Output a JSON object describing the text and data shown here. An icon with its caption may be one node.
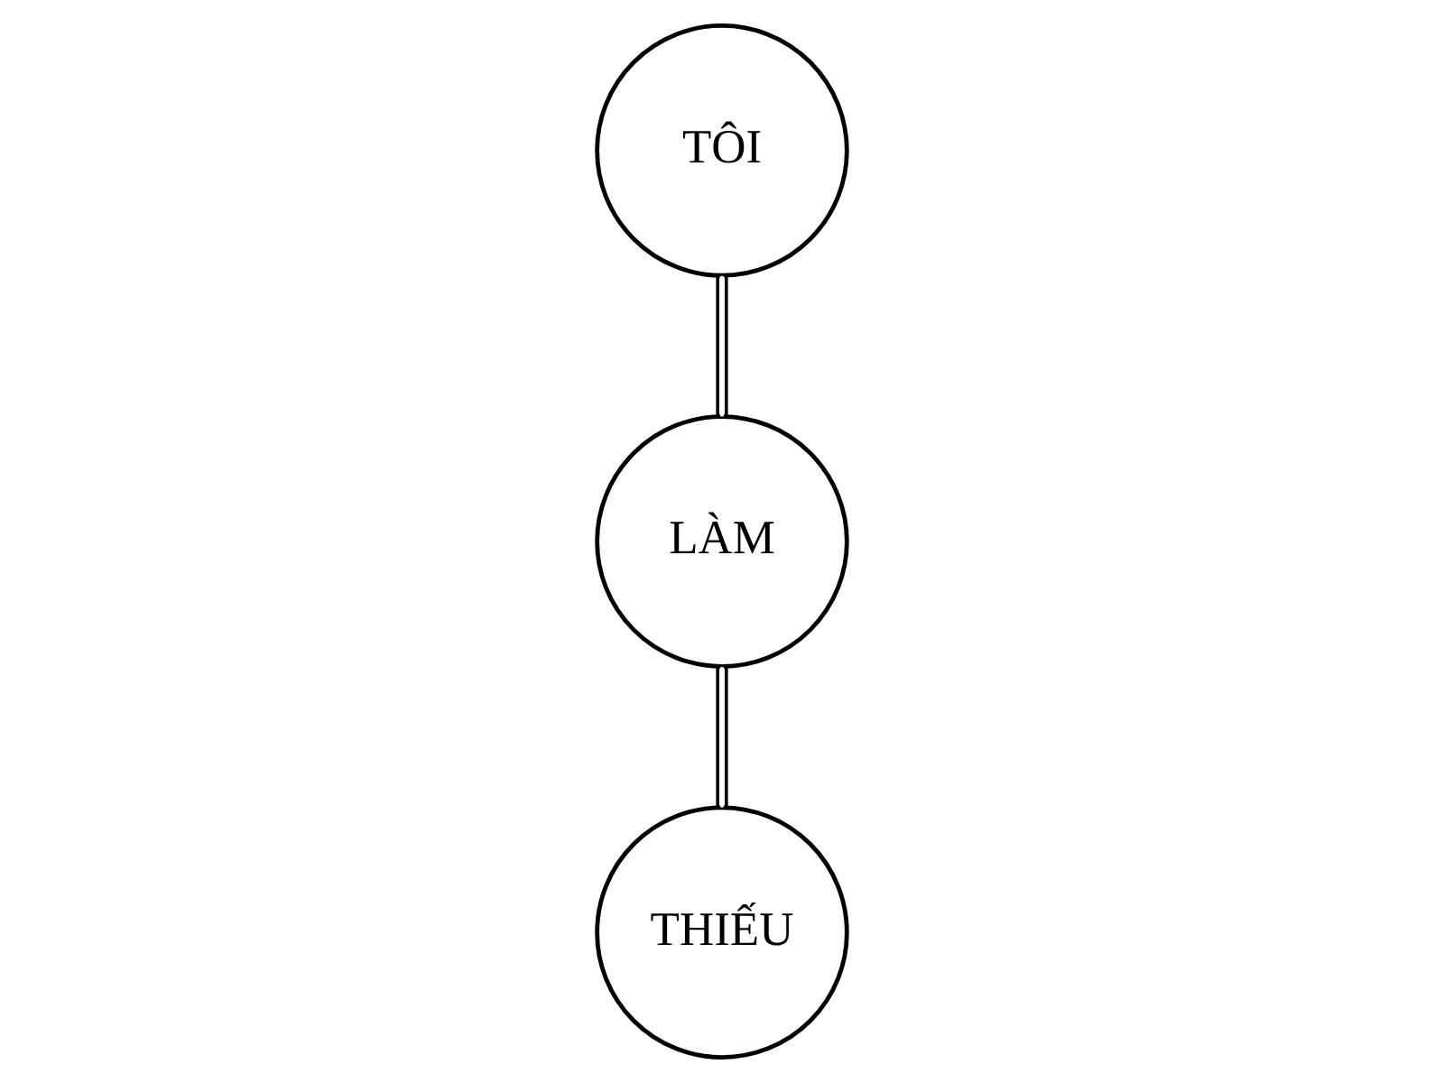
{
  "diagram": {
    "nodes": [
      {
        "text": [
          "TÔI"
        ]
      },
      {
        "text": [
          "LÀM"
        ]
      },
      {
        "text": [
          "THIẾU"
        ]
      }
    ],
    "edges": [
      {
        "from": 0,
        "to": 1,
        "arrow": "none"
      },
      {
        "from": 1,
        "to": 2,
        "arrow": "none"
      }
    ]
  }
}
